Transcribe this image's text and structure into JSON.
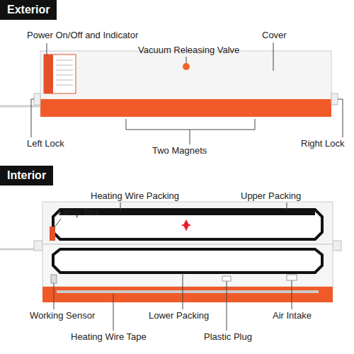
{
  "diagram": {
    "nodes": [
      {
        "text": [
          "Exterior"
        ]
      },
      {
        "text": [
          "Interior"
        ]
      }
    ],
    "labels": [
      "Power On/Off and Indicator",
      "Vacuum Releasing Valve",
      "Cover",
      "Left Lock",
      "Two Magnets",
      "Right Lock",
      "Heating Wire Packing",
      "Upper Packing",
      "Lamp Box",
      "Working Sensor",
      "Lower Packing",
      "Air Intake",
      "Heating Wire Tape",
      "Plastic Plug"
    ]
  }
}
